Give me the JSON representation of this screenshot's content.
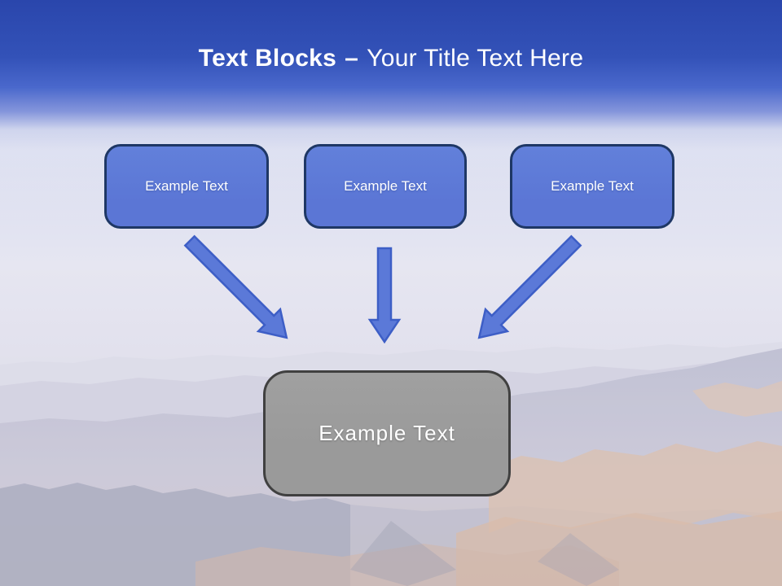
{
  "slide": {
    "title": {
      "bold": "Text Blocks",
      "separator": "–",
      "regular": "Your Title Text Here"
    },
    "blocks": [
      {
        "label": "Example Text"
      },
      {
        "label": "Example Text"
      },
      {
        "label": "Example Text"
      }
    ],
    "arrows": [
      {
        "name": "arrow-down-right",
        "direction": "down-right"
      },
      {
        "name": "arrow-down",
        "direction": "down"
      },
      {
        "name": "arrow-down-left",
        "direction": "down-left"
      }
    ],
    "result_block": {
      "label": "Example Text"
    },
    "colors": {
      "header_blue_top": "#2a46ac",
      "header_blue_mid": "#4a68cc",
      "block_fill": "#5b76d5",
      "block_border": "#1e3765",
      "arrow_fill": "#5b79d8",
      "arrow_outline": "#3d5ec6",
      "result_fill": "#9a9a9a",
      "result_border": "#404040",
      "text_white": "#ffffff"
    }
  }
}
